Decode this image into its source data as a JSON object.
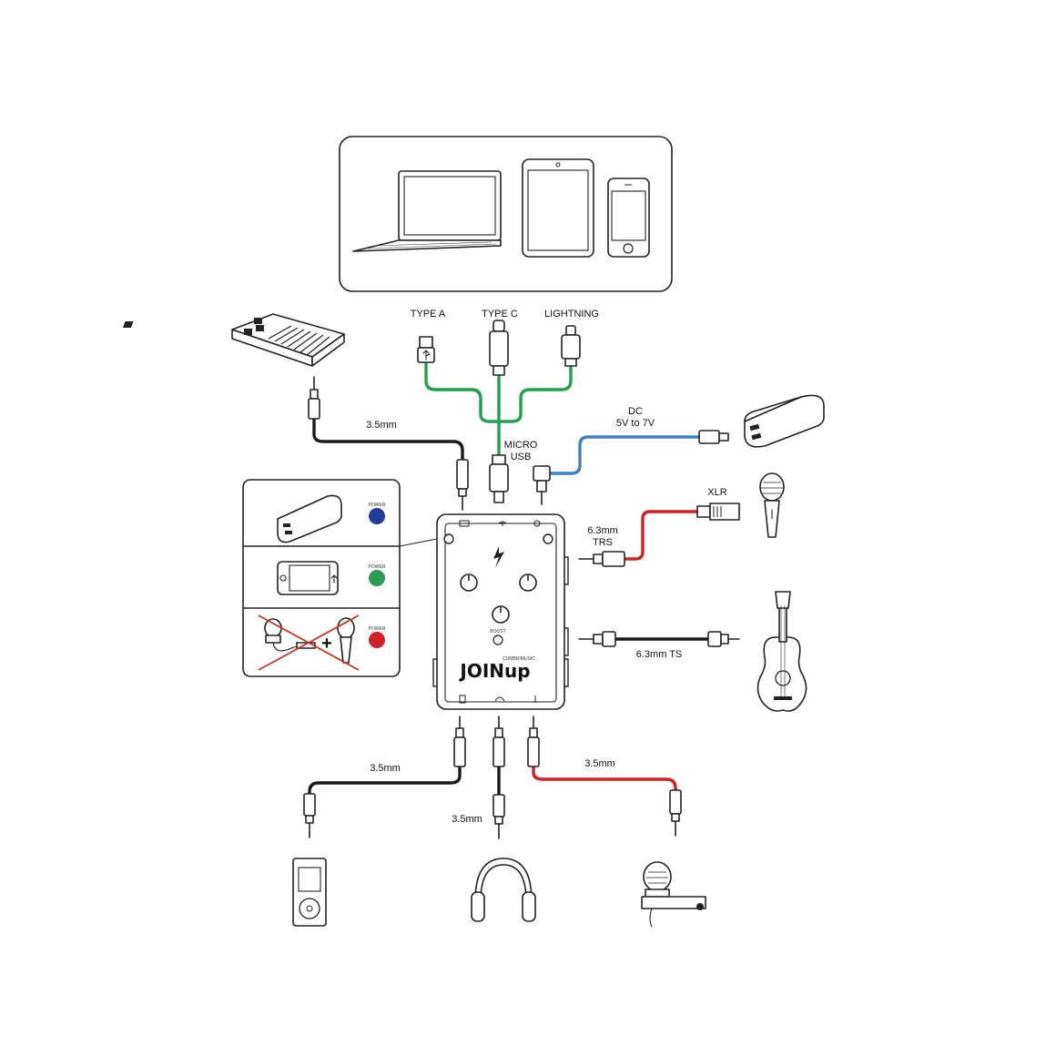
{
  "labels": {
    "type_a": "TYPE A",
    "type_c": "TYPE C",
    "lightning": "LIGHTNING",
    "micro": "MICRO",
    "usb": "USB",
    "dc": "DC",
    "dc_range": "5V to 7V",
    "mm35_keyboard": "3.5mm",
    "xlr": "XLR",
    "trs_size": "6.3mm",
    "trs": "TRS",
    "ts": "6.3mm TS",
    "mm35_player": "3.5mm",
    "mm35_headphones": "3.5mm",
    "mm35_lavalier": "3.5mm"
  },
  "device": {
    "brand": "JOINup",
    "maker": "CUMBRIMUSIC",
    "boost": "BOOST"
  },
  "power_panel": {
    "power_label": "POWER",
    "plus": "+"
  },
  "colors": {
    "usb_cable": "#20a050",
    "dc_cable": "#3f7fc7",
    "red_cable": "#d22027",
    "black_cable": "#1a1a1a",
    "power_blue": "#1f3f9c",
    "power_green": "#2a9d57",
    "power_red": "#d1222a",
    "cross": "#c0392b"
  }
}
